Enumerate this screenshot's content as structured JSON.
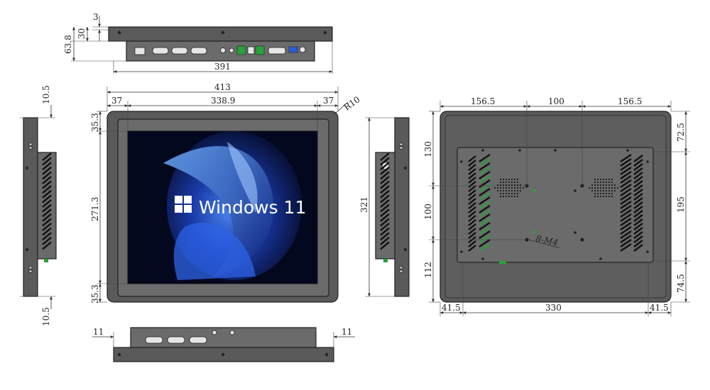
{
  "logo": {
    "text": "Windows 11"
  },
  "labels": {
    "thread": "8-M4",
    "corner_radius": "R10"
  },
  "dimensions": {
    "top_view": {
      "thickness_top": "3",
      "front_depth": "30",
      "total_depth": "63.8",
      "rear_width": "391"
    },
    "front_view": {
      "overall_width": "413",
      "bezel_left": "37",
      "screen_width": "338.9",
      "bezel_right": "37",
      "bezel_top": "35.3",
      "screen_height": "271.3",
      "bezel_bottom": "35.3"
    },
    "left_side": {
      "top_offset": "10.5",
      "bottom_offset": "10.5"
    },
    "right_side": {
      "height": "321"
    },
    "back_view": {
      "hole_h_left": "156.5",
      "hole_h_mid": "100",
      "hole_h_right": "156.5",
      "hole_v_top": "130",
      "hole_v_mid": "100",
      "hole_v_bottom": "112",
      "edge_top": "72.5",
      "cutout_height": "195",
      "edge_bottom": "74.5",
      "edge_left": "41.5",
      "cutout_width": "330",
      "edge_right": "41.5"
    },
    "bottom_view": {
      "margin_left": "11",
      "margin_right": "11"
    }
  }
}
